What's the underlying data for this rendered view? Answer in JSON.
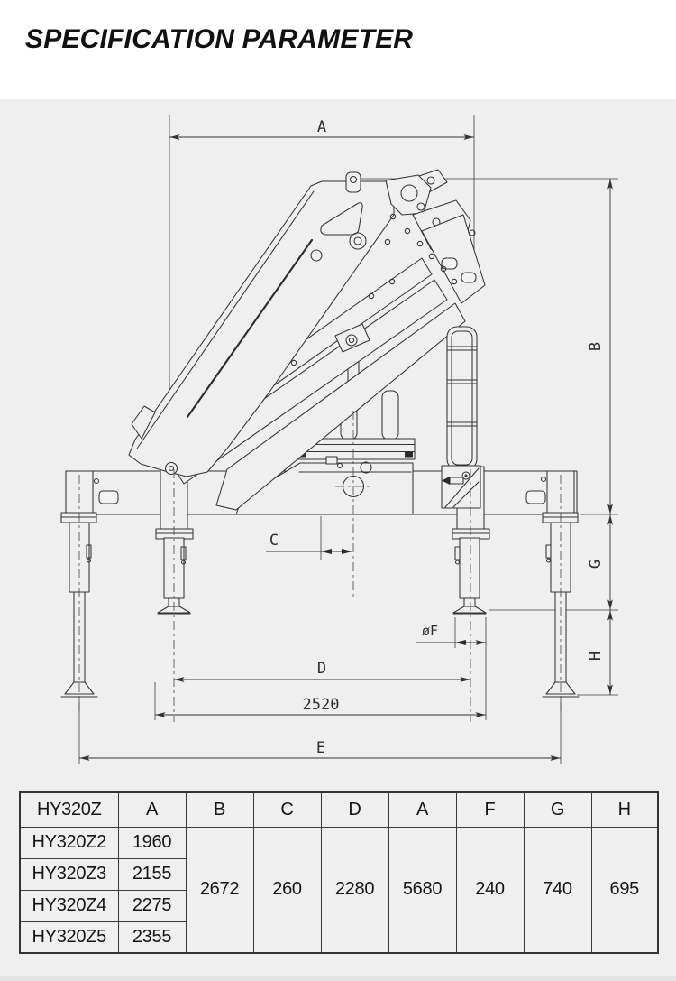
{
  "page": {
    "title": "SPECIFICATION PARAMETER"
  },
  "diagram": {
    "dims": {
      "a": "A",
      "b": "B",
      "c": "C",
      "d": "D",
      "e": "E",
      "g": "G",
      "h": "H",
      "f": "øF",
      "span_2520": "2520"
    }
  },
  "table": {
    "headers": [
      "HY320Z",
      "A",
      "B",
      "C",
      "D",
      "A",
      "F",
      "G",
      "H"
    ],
    "rows": [
      {
        "model": "HY320Z2",
        "a": "1960"
      },
      {
        "model": "HY320Z3",
        "a": "2155"
      },
      {
        "model": "HY320Z4",
        "a": "2275"
      },
      {
        "model": "HY320Z5",
        "a": "2355"
      }
    ],
    "shared": {
      "b": "2672",
      "c": "260",
      "d": "2280",
      "a": "5680",
      "f": "240",
      "g": "740",
      "h": "695"
    }
  },
  "colors": {
    "background": "#ffffff",
    "panel": "#efefef",
    "line": "#333333",
    "title_text": "#111111",
    "table_border": "#3a3a3a"
  }
}
